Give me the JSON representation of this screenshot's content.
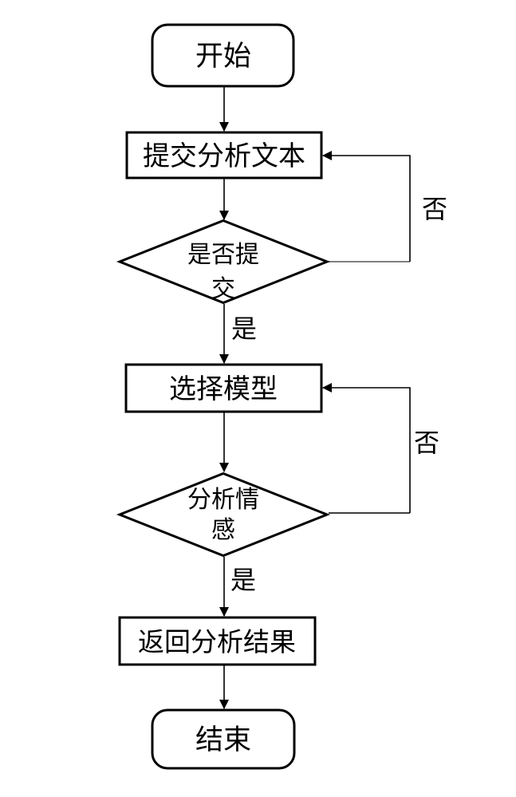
{
  "flowchart": {
    "nodes": {
      "start": {
        "label": "开始"
      },
      "submit_text": {
        "label": "提交分析文本"
      },
      "decision_submit": {
        "label": "是否提交",
        "line1": "是否提",
        "line2": "交"
      },
      "select_model": {
        "label": "选择模型"
      },
      "decision_analyze": {
        "label": "分析情感",
        "line1": "分析情",
        "line2": "感"
      },
      "return_result": {
        "label": "返回分析结果"
      },
      "end": {
        "label": "结束"
      }
    },
    "edge_labels": {
      "submit_yes": "是",
      "submit_no": "否",
      "analyze_yes": "是",
      "analyze_no": "否"
    },
    "colors": {
      "stroke": "#000000",
      "background": "#ffffff",
      "loop1_bottom_segment": "#808080",
      "loop2_bottom_segment": "#3f3f3f"
    }
  }
}
